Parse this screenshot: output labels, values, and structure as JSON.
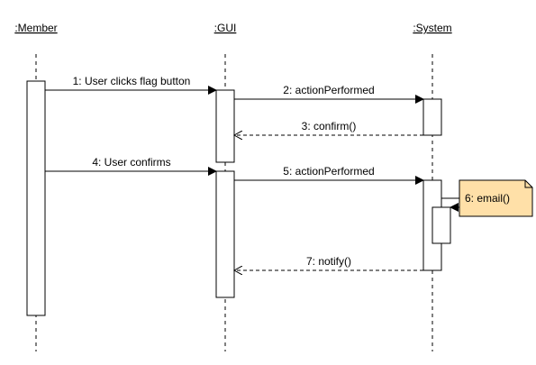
{
  "diagram": {
    "type": "sequence",
    "participants": [
      {
        "id": "member",
        "label": ":Member"
      },
      {
        "id": "gui",
        "label": ":GUI"
      },
      {
        "id": "system",
        "label": ":System"
      }
    ],
    "messages": [
      {
        "id": "m1",
        "label": "1: User clicks flag button",
        "from": "member",
        "to": "gui",
        "style": "sync"
      },
      {
        "id": "m2",
        "label": "2: actionPerformed",
        "from": "gui",
        "to": "system",
        "style": "sync"
      },
      {
        "id": "m3",
        "label": "3: confirm()",
        "from": "system",
        "to": "gui",
        "style": "return"
      },
      {
        "id": "m4",
        "label": "4: User confirms",
        "from": "member",
        "to": "gui",
        "style": "sync"
      },
      {
        "id": "m5",
        "label": "5: actionPerformed",
        "from": "gui",
        "to": "system",
        "style": "sync"
      },
      {
        "id": "m6",
        "label": "6: email()",
        "from": "system",
        "to": "system",
        "style": "self"
      },
      {
        "id": "m7",
        "label": "7: notify()",
        "from": "system",
        "to": "gui",
        "style": "return"
      }
    ],
    "colors": {
      "line": "#000000",
      "activation_fill": "#ffffff",
      "note_fill": "#ffe0a8"
    }
  }
}
